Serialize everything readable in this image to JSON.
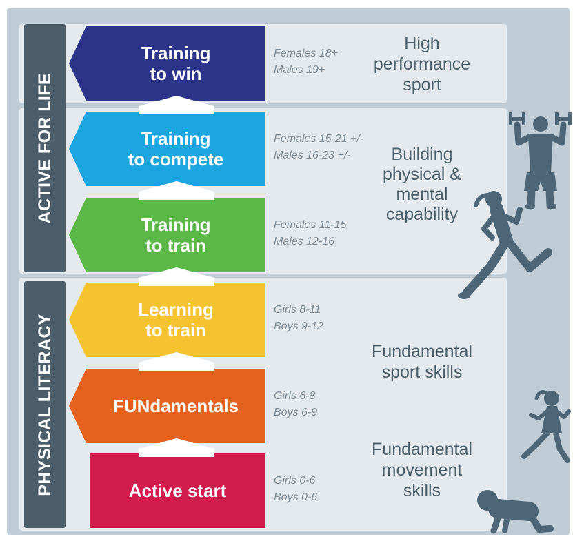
{
  "groups": {
    "active_for_life": "ACTIVE FOR LIFE",
    "physical_literacy": "PHYSICAL LITERACY"
  },
  "stages": [
    {
      "lines": [
        "Training",
        "to win"
      ],
      "color": "#2b3488",
      "ages": [
        "Females 18+",
        "Males 19+"
      ]
    },
    {
      "lines": [
        "Training",
        "to compete"
      ],
      "color": "#1ca6e0",
      "ages": [
        "Females 15-21 +/-",
        "Males 16-23 +/-"
      ]
    },
    {
      "lines": [
        "Training",
        "to train"
      ],
      "color": "#5bb847",
      "ages": [
        "Females 11-15",
        "Males 12-16"
      ]
    },
    {
      "lines": [
        "Learning",
        "to train"
      ],
      "color": "#f6c330",
      "ages": [
        "Girls 8-11",
        "Boys 9-12"
      ]
    },
    {
      "lines": [
        "FUNdamentals"
      ],
      "color": "#e5611e",
      "ages": [
        "Girls 6-8",
        "Boys 6-9"
      ]
    },
    {
      "lines": [
        "Active start"
      ],
      "color": "#d21c4e",
      "ages": [
        "Girls 0-6",
        "Boys 0-6"
      ]
    }
  ],
  "descriptions": {
    "high_performance": [
      "High",
      "performance",
      "sport"
    ],
    "capability": [
      "Building",
      "physical &",
      "mental",
      "capability"
    ],
    "sport_skills": [
      "Fundamental",
      "sport skills"
    ],
    "movement_skills": [
      "Fundamental",
      "movement",
      "skills"
    ]
  },
  "figures": [
    "weightlifter-icon",
    "running-woman-icon",
    "running-girl-icon",
    "crawling-baby-icon"
  ],
  "colors": {
    "group_bar": "#4b5e6a",
    "figure": "#4c6677",
    "panel": "#e4e9ed",
    "frame": "#bfccd5",
    "progress_arrow": "#ffffff"
  }
}
